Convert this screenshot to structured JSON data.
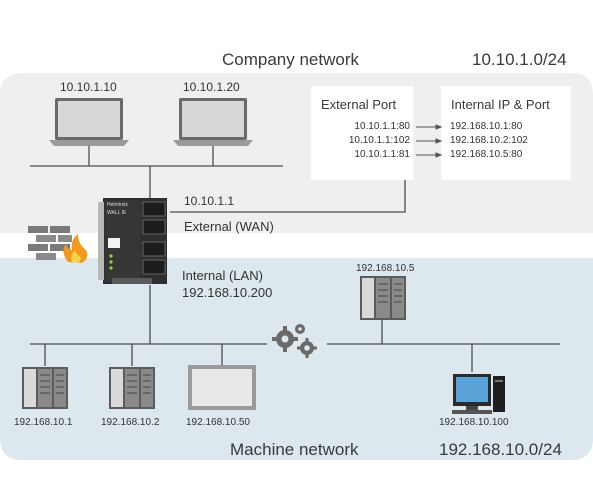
{
  "company": {
    "title": "Company network",
    "subnet": "10.10.1.0/24",
    "laptops": [
      "10.10.1.10",
      "10.10.1.20"
    ]
  },
  "router": {
    "wan_ip": "10.10.1.1",
    "wan_label": "External (WAN)",
    "lan_label": "Internal (LAN)",
    "lan_ip": "192.168.10.200",
    "brand": "Helmholz",
    "model": "WALL IE"
  },
  "port_forwarding": {
    "external_header": "External Port",
    "internal_header": "Internal IP & Port",
    "rows": [
      {
        "external": "10.10.1.1:80",
        "internal": "192.168.10.1:80"
      },
      {
        "external": "10.10.1.1:102",
        "internal": "192.168.10.2:102"
      },
      {
        "external": "10.10.1.1:81",
        "internal": "192.168.10.5:80"
      }
    ]
  },
  "machine": {
    "title": "Machine network",
    "subnet": "192.168.10.0/24",
    "devices": {
      "plc1": "192.168.10.1",
      "plc2": "192.168.10.2",
      "hmi": "192.168.10.50",
      "plc5": "192.168.10.5",
      "pc": "192.168.10.100"
    }
  },
  "colors": {
    "company_bg": "#efefef",
    "machine_bg": "#dde7ee",
    "line": "#4d4d4d",
    "box": "#ffffff"
  }
}
